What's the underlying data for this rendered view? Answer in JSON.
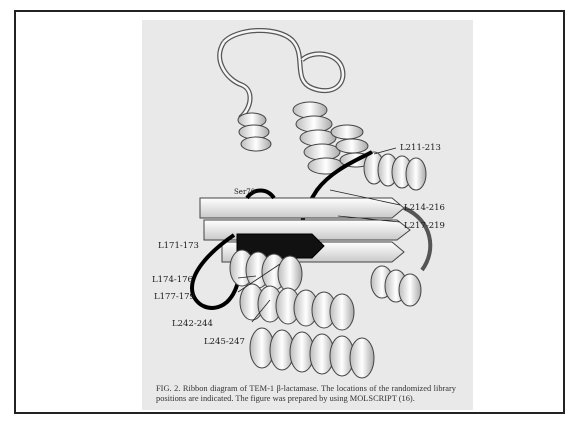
{
  "figure": {
    "caption": "FIG. 2. Ribbon diagram of TEM-1 β-lactamase. The locations of the randomized library positions are indicated. The figure was prepared by using MOLSCRIPT (16).",
    "labels": {
      "l211": "L211-213",
      "l214": "L214-216",
      "l217": "L217-219",
      "ser70": "Ser70",
      "l171": "L171-173",
      "l174": "L174-176",
      "l177": "L177-179",
      "l242": "L242-244",
      "l245": "L245-247"
    }
  }
}
